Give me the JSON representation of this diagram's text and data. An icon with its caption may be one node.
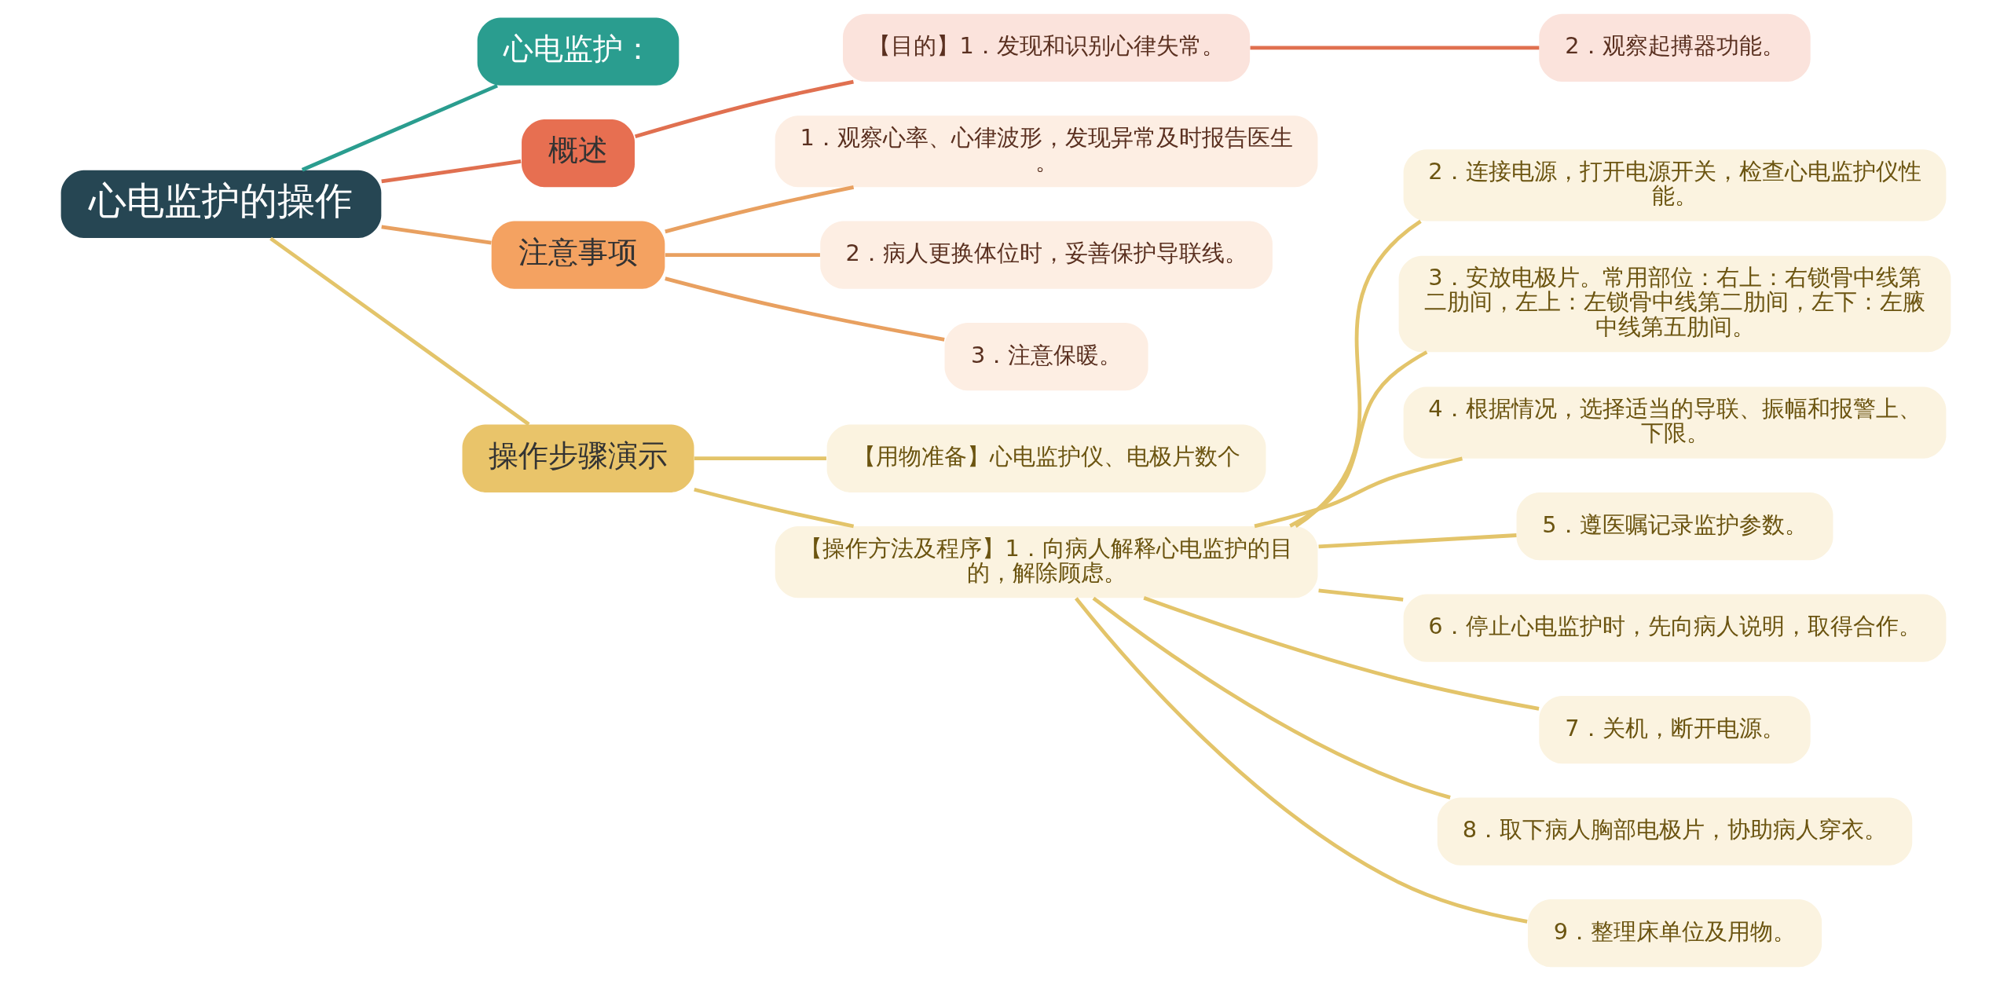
{
  "diagram": {
    "nodes": [
      {
        "text": [
          "心电监护的操作"
        ]
      },
      {
        "text": [
          "心电监护："
        ]
      },
      {
        "text": [
          "概述"
        ]
      },
      {
        "text": [
          "【目的】1．发现和识别心律失常。"
        ]
      },
      {
        "text": [
          "2．观察起搏器功能。"
        ]
      },
      {
        "text": [
          "注意事项"
        ]
      },
      {
        "text": [
          "1．观察心率、心律波形，发现异常及时报告医生。"
        ]
      },
      {
        "text": [
          "2．病人更换体位时，妥善保护导联线。"
        ]
      },
      {
        "text": [
          "3．注意保暖。"
        ]
      },
      {
        "text": [
          "操作步骤演示"
        ]
      },
      {
        "text": [
          "【用物准备】心电监护仪、电极片数个"
        ]
      },
      {
        "text": [
          "【操作方法及程序】1．向病人解释心电监护的目的，解除顾虑。"
        ]
      },
      {
        "text": [
          "2．连接电源，打开电源开关，检查心电监护仪性能。"
        ]
      },
      {
        "text": [
          "3．安放电极片。常用部位：右上：右锁骨中线第二肋间，左上：左锁骨中线第二肋间，左下：左腋中线第五肋间。"
        ]
      },
      {
        "text": [
          "4．根据情况，选择适当的导联、振幅和报警上、下限。"
        ]
      },
      {
        "text": [
          "5．遵医嘱记录监护参数。"
        ]
      },
      {
        "text": [
          "6．停止心电监护时，先向病人说明，取得合作。"
        ]
      },
      {
        "text": [
          "7．关机，断开电源。"
        ]
      },
      {
        "text": [
          "8．取下病人胸部电极片，协助病人穿衣。"
        ]
      },
      {
        "text": [
          "9．整理床单位及用物。"
        ]
      }
    ],
    "edges": [
      {
        "from": 0,
        "to": 1,
        "arrow": "none",
        "color": "#2a9d8f"
      },
      {
        "from": 0,
        "to": 2,
        "arrow": "none",
        "color": "#e07050"
      },
      {
        "from": 2,
        "to": 3,
        "arrow": "none",
        "color": "#e07050"
      },
      {
        "from": 3,
        "to": 4,
        "arrow": "none",
        "color": "#e07050"
      },
      {
        "from": 0,
        "to": 5,
        "arrow": "none",
        "color": "#e8a060"
      },
      {
        "from": 5,
        "to": 6,
        "arrow": "none",
        "color": "#e8a060"
      },
      {
        "from": 5,
        "to": 7,
        "arrow": "none",
        "color": "#e8a060"
      },
      {
        "from": 5,
        "to": 8,
        "arrow": "none",
        "color": "#e8a060"
      },
      {
        "from": 0,
        "to": 9,
        "arrow": "none"
      },
      {
        "from": 9,
        "to": 10,
        "arrow": "none"
      },
      {
        "from": 9,
        "to": 11,
        "arrow": "none"
      },
      {
        "from": 11,
        "to": 12,
        "arrow": "none"
      },
      {
        "from": 11,
        "to": 13,
        "arrow": "none"
      },
      {
        "from": 11,
        "to": 14,
        "arrow": "none"
      },
      {
        "from": 11,
        "to": 15,
        "arrow": "none"
      },
      {
        "from": 11,
        "to": 16,
        "arrow": "none"
      },
      {
        "from": 11,
        "to": 17,
        "arrow": "none"
      },
      {
        "from": 11,
        "to": 18,
        "arrow": "none"
      },
      {
        "from": 11,
        "to": 19,
        "arrow": "none"
      }
    ]
  }
}
